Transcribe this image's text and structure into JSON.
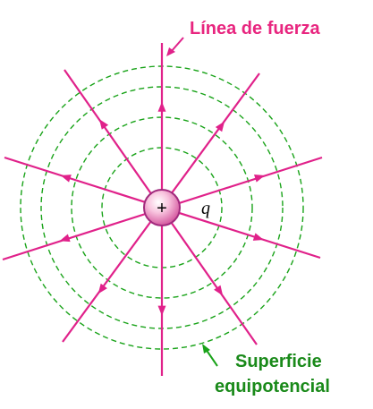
{
  "labels": {
    "field_line": "Línea de fuerza",
    "equipotential_line1": "Superficie",
    "equipotential_line2": "equipotencial",
    "charge_sign": "+",
    "charge_symbol": "q"
  },
  "colors": {
    "field_line": "#e0218a",
    "equipotential": "#19a319",
    "field_label": "#e8257f",
    "equipotential_label": "#1a8a1a",
    "charge_fill": "#f6a9cf",
    "charge_stroke": "#b0308a"
  },
  "field_line_count": 10,
  "equipotential_count": 4
}
